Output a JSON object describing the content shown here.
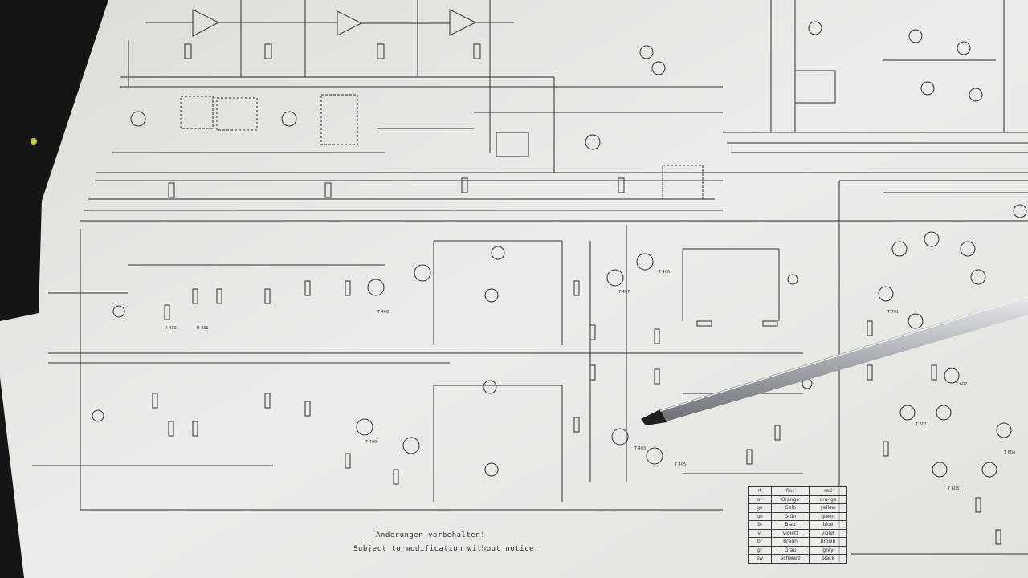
{
  "notice": {
    "de": "Änderungen vorbehalten!",
    "en": "Subject to modification without notice."
  },
  "color_code_table": [
    [
      "rt",
      "Rot",
      "red"
    ],
    [
      "or",
      "Orange",
      "orange"
    ],
    [
      "ge",
      "Gelb",
      "yellow"
    ],
    [
      "gn",
      "Grün",
      "green"
    ],
    [
      "bl",
      "Blau",
      "blue"
    ],
    [
      "vi",
      "Violett",
      "violet"
    ],
    [
      "br",
      "Braun",
      "brown"
    ],
    [
      "gr",
      "Grau",
      "grey"
    ],
    [
      "sw",
      "Schwarz",
      "black"
    ]
  ],
  "colors": {
    "paper": "#e9e9e6",
    "ink": "#2b2b2b",
    "background": "#1a1a1a",
    "pointer_shaft": "#b8bcc0",
    "pointer_tip": "#1e1e1e"
  }
}
